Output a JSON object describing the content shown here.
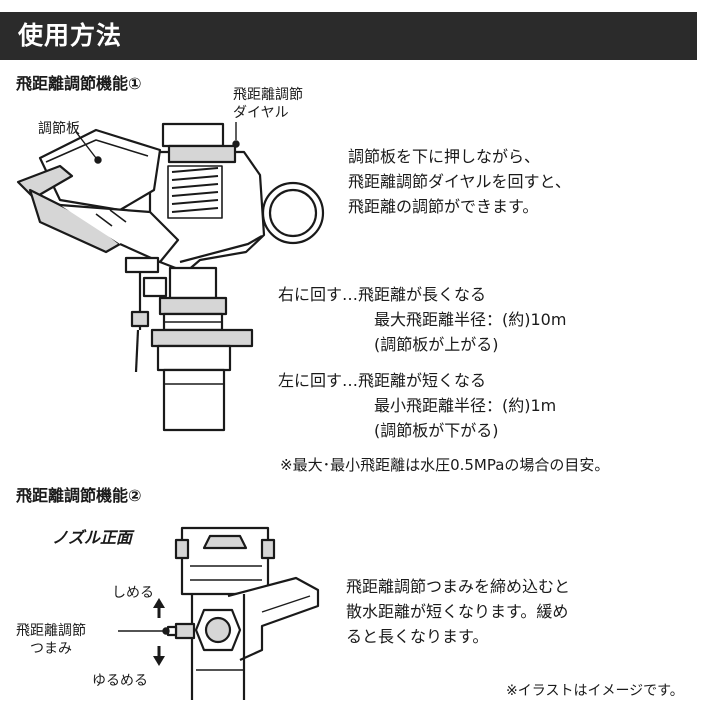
{
  "header": {
    "title": "使用方法"
  },
  "section1": {
    "title": "飛距離調節機能①",
    "labels": {
      "plate": "調節板",
      "dial_line1": "飛距離調節",
      "dial_line2": "ダイヤル"
    },
    "instructions": [
      "調節板を下に押しながら、",
      "飛距離調節ダイヤルを回すと、",
      "飛距離の調節ができます。"
    ],
    "right_turn": {
      "line1": "右に回す…飛距離が長くなる",
      "line2": "最大飛距離半径：(約)10m",
      "line3": "(調節板が上がる)"
    },
    "left_turn": {
      "line1": "左に回す…飛距離が短くなる",
      "line2": "最小飛距離半径：(約)1m",
      "line3": "(調節板が下がる)"
    },
    "note": "※最大･最小飛距離は水圧0.5MPaの場合の目安。"
  },
  "section2": {
    "title": "飛距離調節機能②",
    "subtitle": "ノズル正面",
    "labels": {
      "tighten": "しめる",
      "knob_line1": "飛距離調節",
      "knob_line2": "つまみ",
      "loosen": "ゆるめる"
    },
    "instructions": [
      "飛距離調節つまみを締め込むと",
      "散水距離が短くなります。緩め",
      "ると長くなります。"
    ],
    "note": "※イラストはイメージです。"
  }
}
